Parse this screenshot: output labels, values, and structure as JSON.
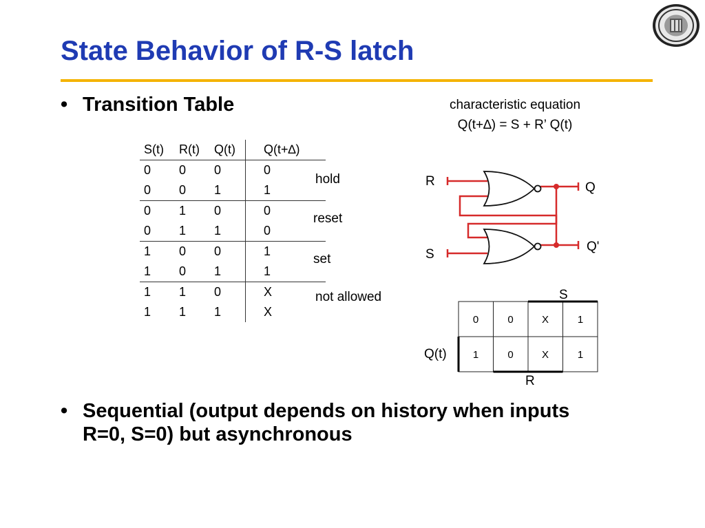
{
  "slide": {
    "title": "State Behavior of R-S latch",
    "bullets": [
      "Transition Table",
      "Sequential (output depends on history when inputs R=0, S=0) but asynchronous"
    ],
    "bullet_marker": "•"
  },
  "equation": {
    "label": "characteristic equation",
    "formula": "Q(t+∆) = S + R’ Q(t)"
  },
  "transition_table": {
    "headers": [
      "S(t)",
      "R(t)",
      "Q(t)",
      "Q(t+∆)"
    ],
    "rows": [
      [
        "0",
        "0",
        "0",
        "0"
      ],
      [
        "0",
        "0",
        "1",
        "1"
      ],
      [
        "0",
        "1",
        "0",
        "0"
      ],
      [
        "0",
        "1",
        "1",
        "0"
      ],
      [
        "1",
        "0",
        "0",
        "1"
      ],
      [
        "1",
        "0",
        "1",
        "1"
      ],
      [
        "1",
        "1",
        "0",
        "X"
      ],
      [
        "1",
        "1",
        "1",
        "X"
      ]
    ],
    "group_labels": [
      "hold",
      "reset",
      "set",
      "not allowed"
    ]
  },
  "latch": {
    "inputs": [
      "R",
      "S"
    ],
    "outputs": [
      "Q",
      "Q'"
    ],
    "wire_color": "#d62a2a"
  },
  "kmap": {
    "top_label": "S",
    "left_label": "Q(t)",
    "bottom_label": "R",
    "cells": [
      [
        "0",
        "0",
        "X",
        "1"
      ],
      [
        "1",
        "0",
        "X",
        "1"
      ]
    ]
  },
  "colors": {
    "title": "#1f3bb3",
    "rule": "#f4b300"
  },
  "logo": {
    "name": "university-seal"
  }
}
